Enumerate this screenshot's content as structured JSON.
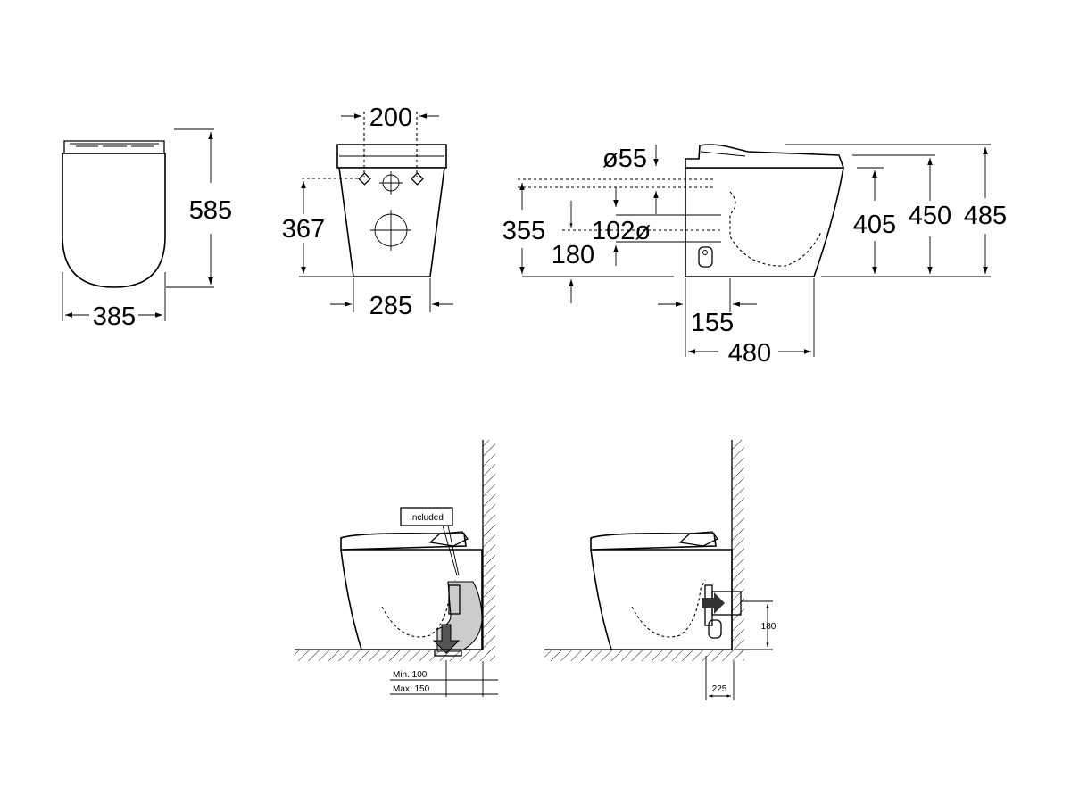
{
  "top_view": {
    "height": "585",
    "width": "385"
  },
  "rear_view": {
    "hole_spacing": "200",
    "hole_height": "367",
    "base_width": "285"
  },
  "side_view": {
    "inlet_diameter": "ø55",
    "inlet_height": "355",
    "outlet_diameter": "102ø",
    "outlet_height": "180",
    "offset": "155",
    "depth": "480",
    "bowl_height": "405",
    "seat_height": "450",
    "total_height": "485"
  },
  "floor_install": {
    "included_label": "Included",
    "min_label": "Min. 100",
    "max_label": "Max. 150"
  },
  "wall_install": {
    "outlet_height": "180",
    "wall_distance": "225"
  }
}
